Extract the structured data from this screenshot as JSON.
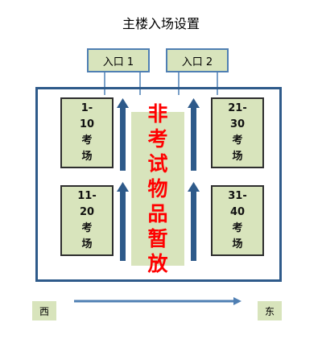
{
  "title": "主楼入场设置",
  "entrances": [
    {
      "label": "入口 1"
    },
    {
      "label": "入口 2"
    }
  ],
  "rooms": [
    {
      "lines": [
        "1-",
        "10",
        "考",
        "场"
      ]
    },
    {
      "lines": [
        "11-",
        "20",
        "考",
        "场"
      ]
    },
    {
      "lines": [
        "21-",
        "30",
        "考",
        "场"
      ]
    },
    {
      "lines": [
        "31-",
        "40",
        "考",
        "场"
      ]
    }
  ],
  "storage": {
    "chars": [
      "非",
      "考",
      "试",
      "物",
      "品",
      "暂",
      "放"
    ]
  },
  "directions": {
    "west": "西",
    "east": "东"
  },
  "colors": {
    "box_fill": "#d8e4bc",
    "border": "#2e5a8a",
    "arrow": "#2e5a8a",
    "storage_text": "#ff0000"
  }
}
